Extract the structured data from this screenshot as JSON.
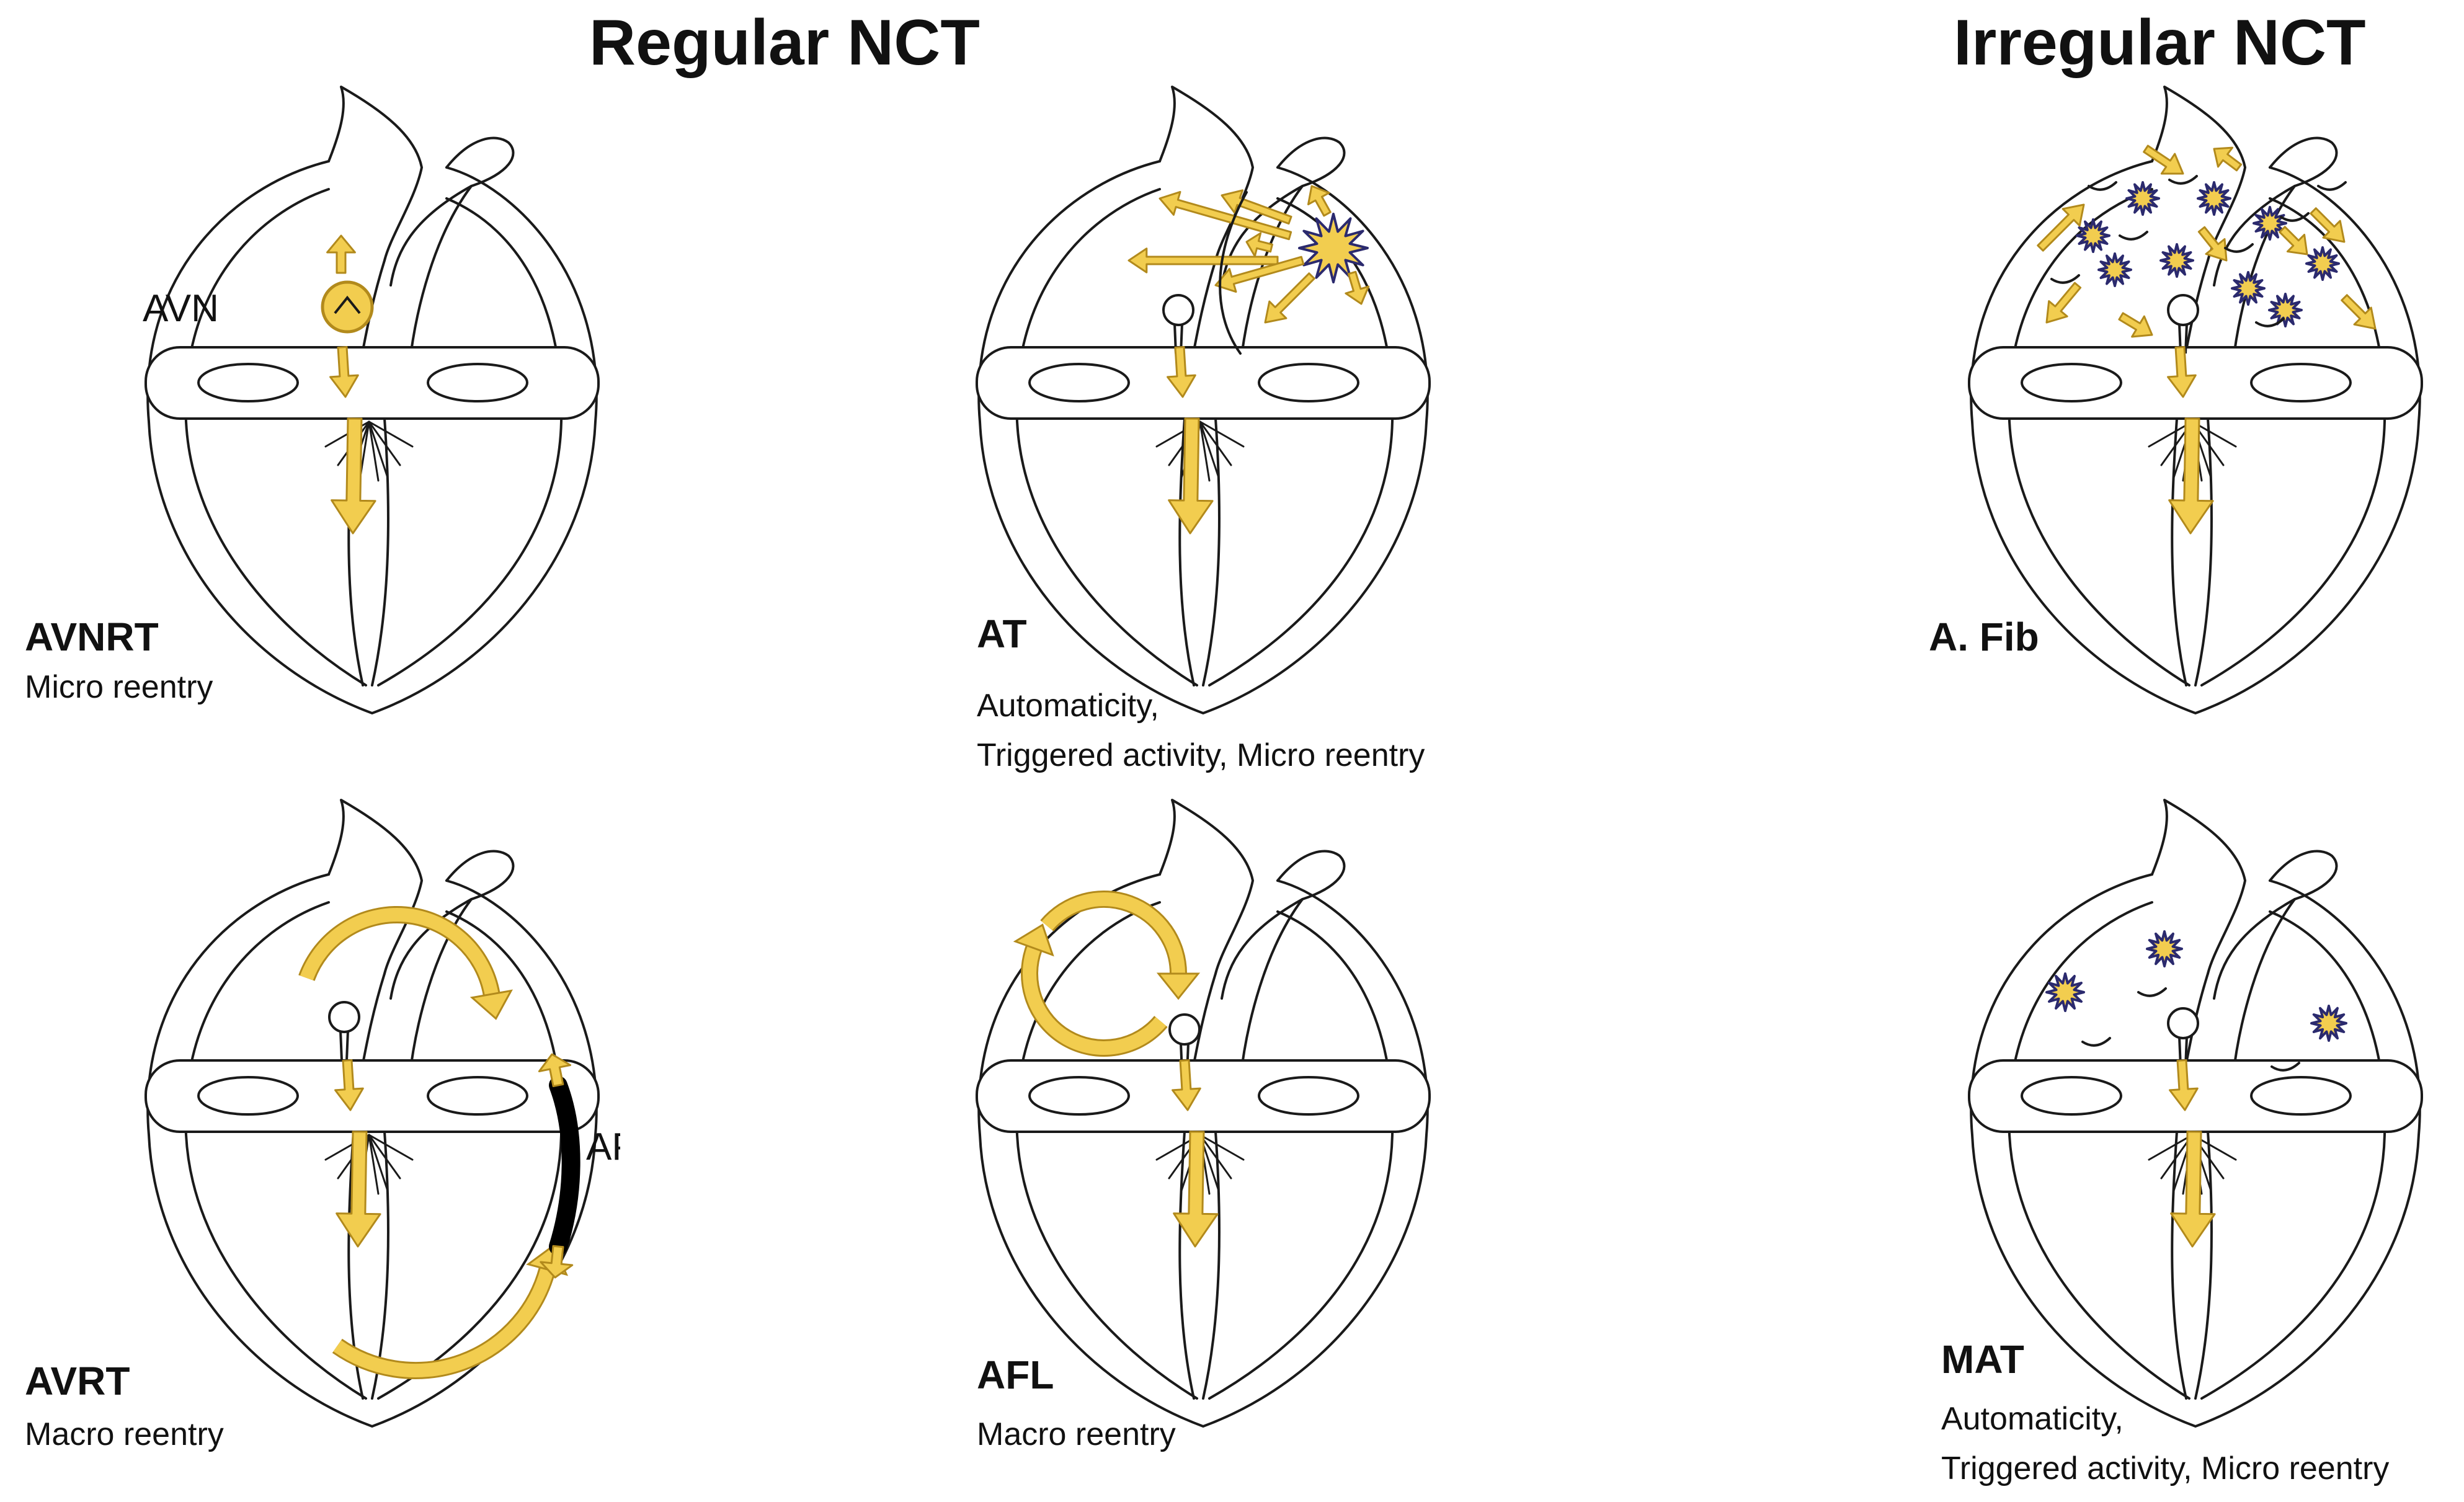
{
  "headings": {
    "regular": "Regular NCT",
    "irregular": "Irregular NCT"
  },
  "colors": {
    "arrow_fill": "#f2cd4f",
    "arrow_stroke": "#b28a1c",
    "focus_outline": "#2b2a6e",
    "accessory_pathway": "#000000"
  },
  "panels": {
    "avnrt": {
      "name": "AVNRT",
      "desc": [
        "Micro reentry"
      ],
      "annotation": "AVN"
    },
    "at": {
      "name": "AT",
      "desc": [
        "Automaticity,",
        "Triggered activity, Micro reentry"
      ]
    },
    "afib": {
      "name": "A. Fib",
      "desc": []
    },
    "avrt": {
      "name": "AVRT",
      "desc": [
        "Macro reentry"
      ],
      "annotation": "AP"
    },
    "afl": {
      "name": "AFL",
      "desc": [
        "Macro reentry"
      ]
    },
    "mat": {
      "name": "MAT",
      "desc": [
        "Automaticity,",
        "Triggered activity, Micro reentry"
      ]
    }
  }
}
